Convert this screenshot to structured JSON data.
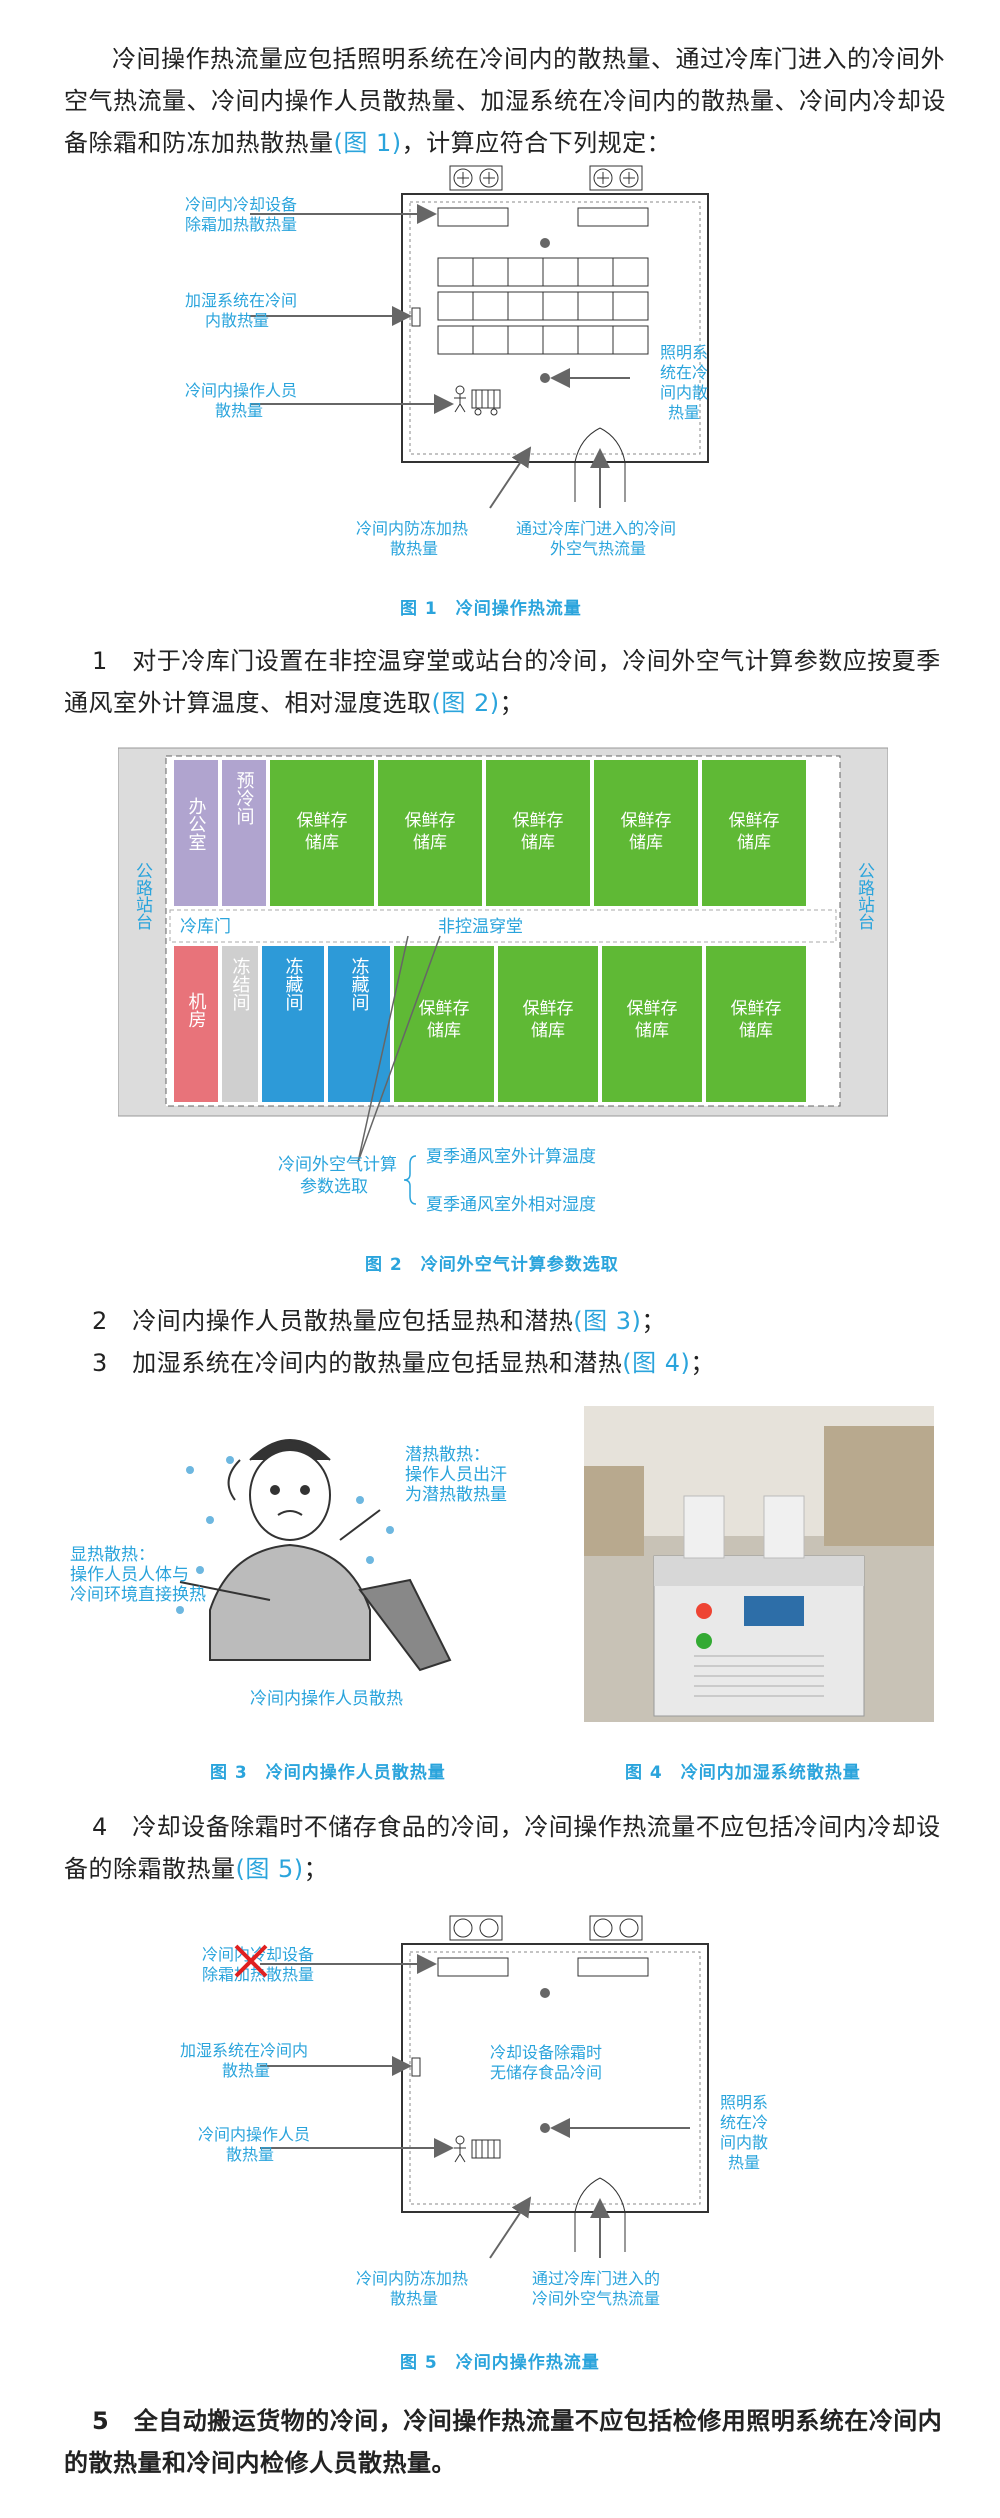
{
  "paragraphs": {
    "intro_a": "冷间操作热流量应包括照明系统在冷间内的散热量、通过冷库门进入的冷间外空气热流量、冷间内操作人员散热量、加湿系统在冷间内的散热量、冷间内冷却设备除霜和防冻加热散热量",
    "intro_ref": "(图 1)",
    "intro_b": "，计算应符合下列规定：",
    "p1_a": "1　对于冷库门设置在非控温穿堂或站台的冷间，冷间外空气计算参数应按夏季通风室外计算温度、相对湿度选取",
    "p1_ref": "(图 2)",
    "p1_b": "；",
    "p2_a": "2　冷间内操作人员散热量应包括显热和潜热",
    "p2_ref": "(图 3)",
    "p2_b": "；",
    "p3_a": "3　加湿系统在冷间内的散热量应包括显热和潜热",
    "p3_ref": "(图 4)",
    "p3_b": "；",
    "p4_a": "4　冷却设备除霜时不储存食品的冷间，冷间操作热流量不应包括冷间内冷却设备的除霜散热量",
    "p4_ref": "(图 5)",
    "p4_b": "；",
    "p5": "5　全自动搬运货物的冷间，冷间操作热流量不应包括检修用照明系统在冷间内的散热量和冷间内检修人员散热量。"
  },
  "fig1": {
    "caption": "图 1　冷间操作热流量",
    "label_defrost_1": "冷间内冷却设备",
    "label_defrost_2": "除霜加热散热量",
    "label_humid_1": "加湿系统在冷间",
    "label_humid_2": "内散热量",
    "label_person_1": "冷间内操作人员",
    "label_person_2": "散热量",
    "label_light_1": "照明系",
    "label_light_2": "统在冷",
    "label_light_3": "间内散",
    "label_light_4": "热量",
    "label_antifreeze_1": "冷间内防冻加热",
    "label_antifreeze_2": "散热量",
    "label_door_1": "通过冷库门进入的冷间",
    "label_door_2": "外空气热流量"
  },
  "fig2": {
    "caption": "图 2　冷间外空气计算参数选取",
    "room_office": "办公室",
    "room_pre": "预冷间",
    "room_keep": "保鲜存储库",
    "room_machine": "机房",
    "room_freeze": "冻结间",
    "room_frozen": "冻藏间",
    "station": "公路站台",
    "door_label": "冷库门",
    "corridor_label": "非控温穿堂",
    "param_1": "冷间外空气计算",
    "param_2": "参数选取",
    "opt_temp": "夏季通风室外计算温度",
    "opt_humid": "夏季通风室外相对湿度",
    "colors": {
      "purple": "#b0a4cf",
      "green": "#5fb935",
      "blue": "#2d9ad8",
      "red": "#e8737a",
      "gray": "#cfcfcf"
    }
  },
  "fig3": {
    "caption": "图 3　冷间内操作人员散热量",
    "sensible_1": "显热散热：",
    "sensible_2": "操作人员人体与",
    "sensible_3": "冷间环境直接换热",
    "latent_1": "潜热散热：",
    "latent_2": "操作人员出汗",
    "latent_3": "为潜热散热量",
    "bottom": "冷间内操作人员散热"
  },
  "fig4": {
    "caption": "图 4　冷间内加湿系统散热量"
  },
  "fig5": {
    "caption": "图 5　冷间内操作热流量",
    "label_defrost_1": "冷间内冷却设备",
    "label_defrost_2": "除霜加热散热量",
    "label_humid_1": "加湿系统在冷间内",
    "label_humid_2": "散热量",
    "center_1": "冷却设备除霜时",
    "center_2": "无储存食品冷间",
    "label_person_1": "冷间内操作人员",
    "label_person_2": "散热量",
    "label_light_1": "照明系",
    "label_light_2": "统在冷",
    "label_light_3": "间内散",
    "label_light_4": "热量",
    "label_antifreeze_1": "冷间内防冻加热",
    "label_antifreeze_2": "散热量",
    "label_door_1": "通过冷库门进入的",
    "label_door_2": "冷间外空气热流量"
  }
}
